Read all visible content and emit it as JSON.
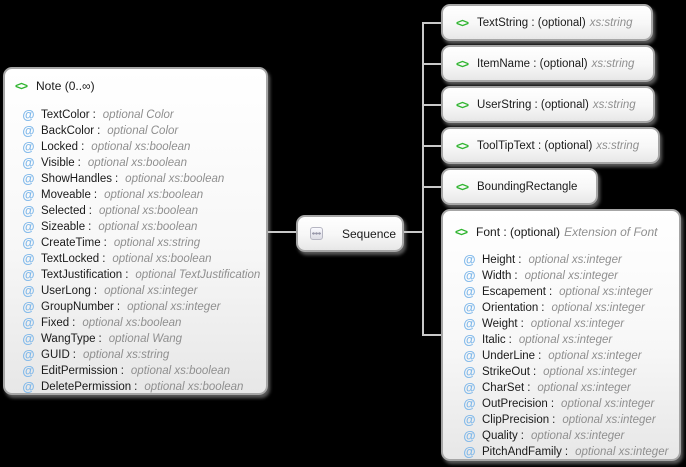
{
  "diagram": {
    "element_icon": "<>",
    "attr_icon": "@",
    "separator": ":",
    "note": {
      "title": "Note (0..∞)",
      "attributes": [
        {
          "name": "TextColor",
          "type": "optional Color"
        },
        {
          "name": "BackColor",
          "type": "optional Color"
        },
        {
          "name": "Locked",
          "type": "optional xs:boolean"
        },
        {
          "name": "Visible",
          "type": "optional xs:boolean"
        },
        {
          "name": "ShowHandles",
          "type": "optional xs:boolean"
        },
        {
          "name": "Moveable",
          "type": "optional xs:boolean"
        },
        {
          "name": "Selected",
          "type": "optional xs:boolean"
        },
        {
          "name": "Sizeable",
          "type": "optional xs:boolean"
        },
        {
          "name": "CreateTime",
          "type": "optional xs:string"
        },
        {
          "name": "TextLocked",
          "type": "optional xs:boolean"
        },
        {
          "name": "TextJustification",
          "type": "optional TextJustification"
        },
        {
          "name": "UserLong",
          "type": "optional xs:integer"
        },
        {
          "name": "GroupNumber",
          "type": "optional xs:integer"
        },
        {
          "name": "Fixed",
          "type": "optional xs:boolean"
        },
        {
          "name": "WangType",
          "type": "optional Wang"
        },
        {
          "name": "GUID",
          "type": "optional xs:string"
        },
        {
          "name": "EditPermission",
          "type": "optional xs:boolean"
        },
        {
          "name": "DeletePermission",
          "type": "optional xs:boolean"
        }
      ]
    },
    "sequence": {
      "label": "Sequence"
    },
    "elements": [
      {
        "label": "TextString : (optional)",
        "type": "xs:string"
      },
      {
        "label": "ItemName : (optional)",
        "type": "xs:string"
      },
      {
        "label": "UserString : (optional)",
        "type": "xs:string"
      },
      {
        "label": "ToolTipText : (optional)",
        "type": "xs:string"
      },
      {
        "label": "BoundingRectangle",
        "type": ""
      }
    ],
    "font": {
      "title": "Font : (optional)",
      "title_type": "Extension of Font",
      "attributes": [
        {
          "name": "Height",
          "type": "optional xs:integer"
        },
        {
          "name": "Width",
          "type": "optional xs:integer"
        },
        {
          "name": "Escapement",
          "type": "optional xs:integer"
        },
        {
          "name": "Orientation",
          "type": "optional xs:integer"
        },
        {
          "name": "Weight",
          "type": "optional xs:integer"
        },
        {
          "name": "Italic",
          "type": "optional xs:integer"
        },
        {
          "name": "UnderLine",
          "type": "optional xs:integer"
        },
        {
          "name": "StrikeOut",
          "type": "optional xs:integer"
        },
        {
          "name": "CharSet",
          "type": "optional xs:integer"
        },
        {
          "name": "OutPrecision",
          "type": "optional xs:integer"
        },
        {
          "name": "ClipPrecision",
          "type": "optional xs:integer"
        },
        {
          "name": "Quality",
          "type": "optional xs:integer"
        },
        {
          "name": "PitchAndFamily",
          "type": "optional xs:integer"
        }
      ]
    },
    "colors": {
      "background": "#000000",
      "element_icon_green": "#2eb42e",
      "attribute_icon_blue": "#7db7ea",
      "type_text_gray": "#8f8f8f",
      "connector_gray": "#c9c9c9"
    }
  }
}
